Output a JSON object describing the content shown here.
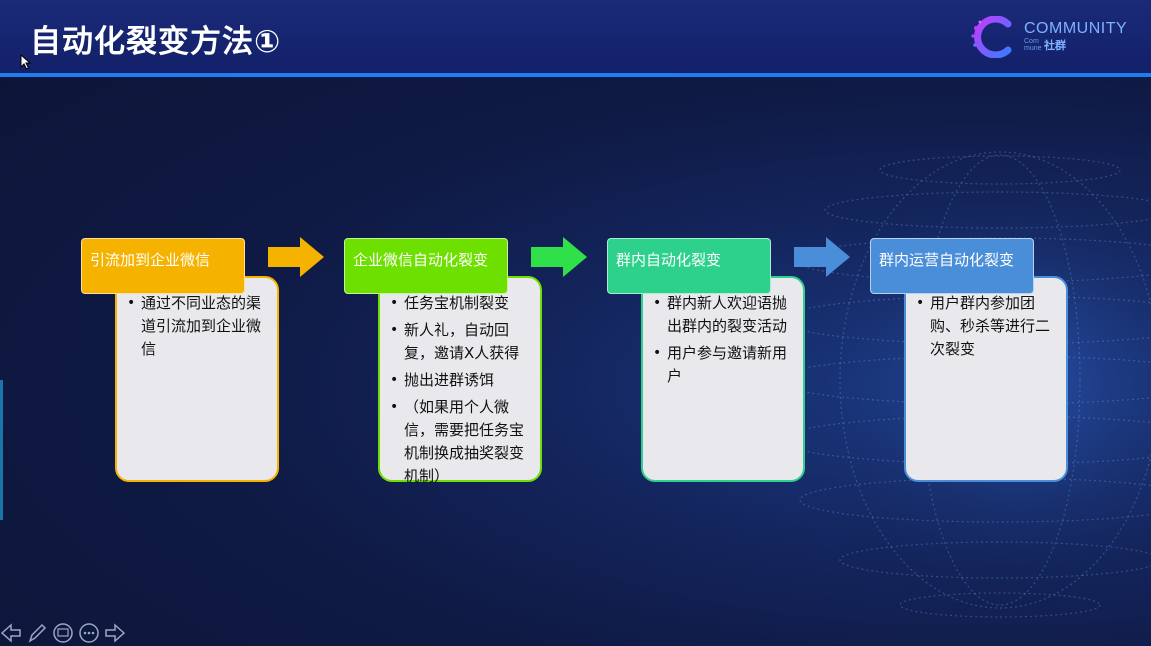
{
  "slide": {
    "title": "自动化裂变方法①"
  },
  "logo": {
    "word": "COMMUNITY",
    "small_line1": "Com",
    "small_line2": "mune",
    "cn": "社群"
  },
  "steps": [
    {
      "label": "引流加到企业微信",
      "color": "#f5b300",
      "bullets": [
        "通过不同业态的渠道引流加到企业微信"
      ]
    },
    {
      "label": "企业微信自动化裂变",
      "color": "#6ee000",
      "bullets": [
        "任务宝机制裂变",
        "新人礼，自动回复，邀请X人获得",
        "抛出进群诱饵",
        "（如果用个人微信，需要把任务宝机制换成抽奖裂变机制）"
      ]
    },
    {
      "label": "群内自动化裂变",
      "color": "#2ed18c",
      "bullets": [
        "群内新人欢迎语抛出群内的裂变活动",
        "用户参与邀请新用户"
      ]
    },
    {
      "label": "群内运营自动化裂变",
      "color": "#4a8ed9",
      "bullets": [
        "用户群内参加团购、秒杀等进行二次裂变"
      ]
    }
  ],
  "arrows": [
    {
      "color": "#f5b300"
    },
    {
      "color": "#2fe04a"
    },
    {
      "color": "#4a8ed9"
    }
  ],
  "toolbar": {
    "icons": [
      "previous-icon",
      "pen-icon",
      "slides-icon",
      "more-icon",
      "next-icon"
    ]
  }
}
